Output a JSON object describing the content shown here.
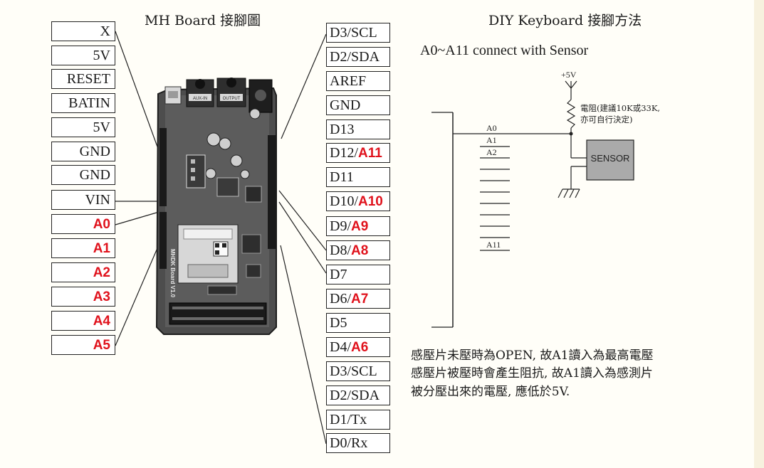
{
  "titles": {
    "board": "MH Board 接腳圖",
    "keyboard": "DIY Keyboard 接腳方法",
    "connect": "A0~A11  connect with Sensor"
  },
  "left_pins": [
    {
      "label": "X",
      "red": false
    },
    {
      "label": "5V",
      "red": false
    },
    {
      "label": "RESET",
      "red": false
    },
    {
      "label": "BATIN",
      "red": false
    },
    {
      "label": "5V",
      "red": false
    },
    {
      "label": "GND",
      "red": false
    },
    {
      "label": "GND",
      "red": false
    },
    {
      "label": "VIN",
      "red": false
    },
    {
      "label": "A0",
      "red": true
    },
    {
      "label": "A1",
      "red": true
    },
    {
      "label": "A2",
      "red": true
    },
    {
      "label": "A3",
      "red": true
    },
    {
      "label": "A4",
      "red": true
    },
    {
      "label": "A5",
      "red": true
    }
  ],
  "right_pins": [
    {
      "main": "D3/SCL",
      "alt": ""
    },
    {
      "main": "D2/SDA",
      "alt": ""
    },
    {
      "main": "AREF",
      "alt": ""
    },
    {
      "main": "GND",
      "alt": ""
    },
    {
      "main": "D13",
      "alt": ""
    },
    {
      "main": "D12/",
      "alt": "A11"
    },
    {
      "main": "D11",
      "alt": ""
    },
    {
      "main": "D10/",
      "alt": "A10"
    },
    {
      "main": "D9/",
      "alt": "A9"
    },
    {
      "main": "D8/",
      "alt": "A8"
    },
    {
      "main": "D7",
      "alt": ""
    },
    {
      "main": "D6/",
      "alt": "A7"
    },
    {
      "main": "D5",
      "alt": ""
    },
    {
      "main": "D4/",
      "alt": "A6"
    },
    {
      "main": "D3/SCL",
      "alt": ""
    },
    {
      "main": "D2/SDA",
      "alt": ""
    },
    {
      "main": "D1/Tx",
      "alt": ""
    },
    {
      "main": "D0/Rx",
      "alt": ""
    }
  ],
  "board_text": {
    "aux_in": "AUX-IN",
    "output": "OUTPUT",
    "silk": "MHDK Board V1.0"
  },
  "schematic": {
    "vcc": "+5V",
    "resistor_note_1": "電阻(建議10K或33K,",
    "resistor_note_2": "亦可自行決定)",
    "sensor": "SENSOR",
    "bus_labels": [
      "A0",
      "A1",
      "A2",
      "A11"
    ]
  },
  "notes": [
    "感壓片未壓時為OPEN, 故A1讀入為最高電壓",
    "感壓片被壓時會產生阻抗, 故A1讀入為感測片",
    "被分壓出來的電壓, 應低於5V."
  ],
  "colors": {
    "accent": "#e0121c",
    "sensor_fill": "#aaaaaa"
  }
}
